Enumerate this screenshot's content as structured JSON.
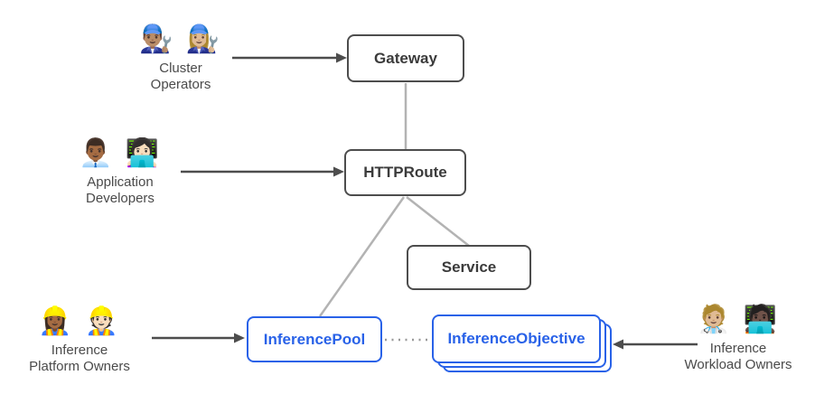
{
  "diagram": {
    "title": "Gateway API inference extension resource relationships",
    "colors": {
      "background": "#ffffff",
      "node_border": "#4d4d4d",
      "node_text": "#3b3b3b",
      "blue_accent": "#2962e8",
      "connector_gray": "#b3b3b3",
      "dotted_gray": "#999999",
      "arrow_dark": "#4d4d4d",
      "label_text": "#4a4a4a"
    },
    "nodes": {
      "gateway": {
        "label": "Gateway"
      },
      "httproute": {
        "label": "HTTPRoute"
      },
      "service": {
        "label": "Service"
      },
      "inference_pool": {
        "label": "InferencePool"
      },
      "inference_objective": {
        "label": "InferenceObjective"
      }
    },
    "actors": {
      "cluster_operators": {
        "line1": "Cluster",
        "line2": "Operators",
        "icons": "👨🏽‍🔧 👩🏼‍🔧",
        "icon_meaning": "mechanics-emoji"
      },
      "application_developers": {
        "line1": "Application",
        "line2": "Developers",
        "icons": "👨🏾‍💼 👩🏻‍💻",
        "icon_meaning": "office-worker-and-technologist-emoji"
      },
      "inference_platform_owners": {
        "line1": "Inference",
        "line2": "Platform Owners",
        "icons": "👷🏾‍♀️ 👷🏻",
        "icon_meaning": "construction-workers-emoji"
      },
      "inference_workload_owners": {
        "line1": "Inference",
        "line2": "Workload Owners",
        "icons": "🧑🏼‍⚕️ 🧑🏿‍💻",
        "icon_meaning": "health-worker-and-technologist-emoji"
      }
    }
  }
}
